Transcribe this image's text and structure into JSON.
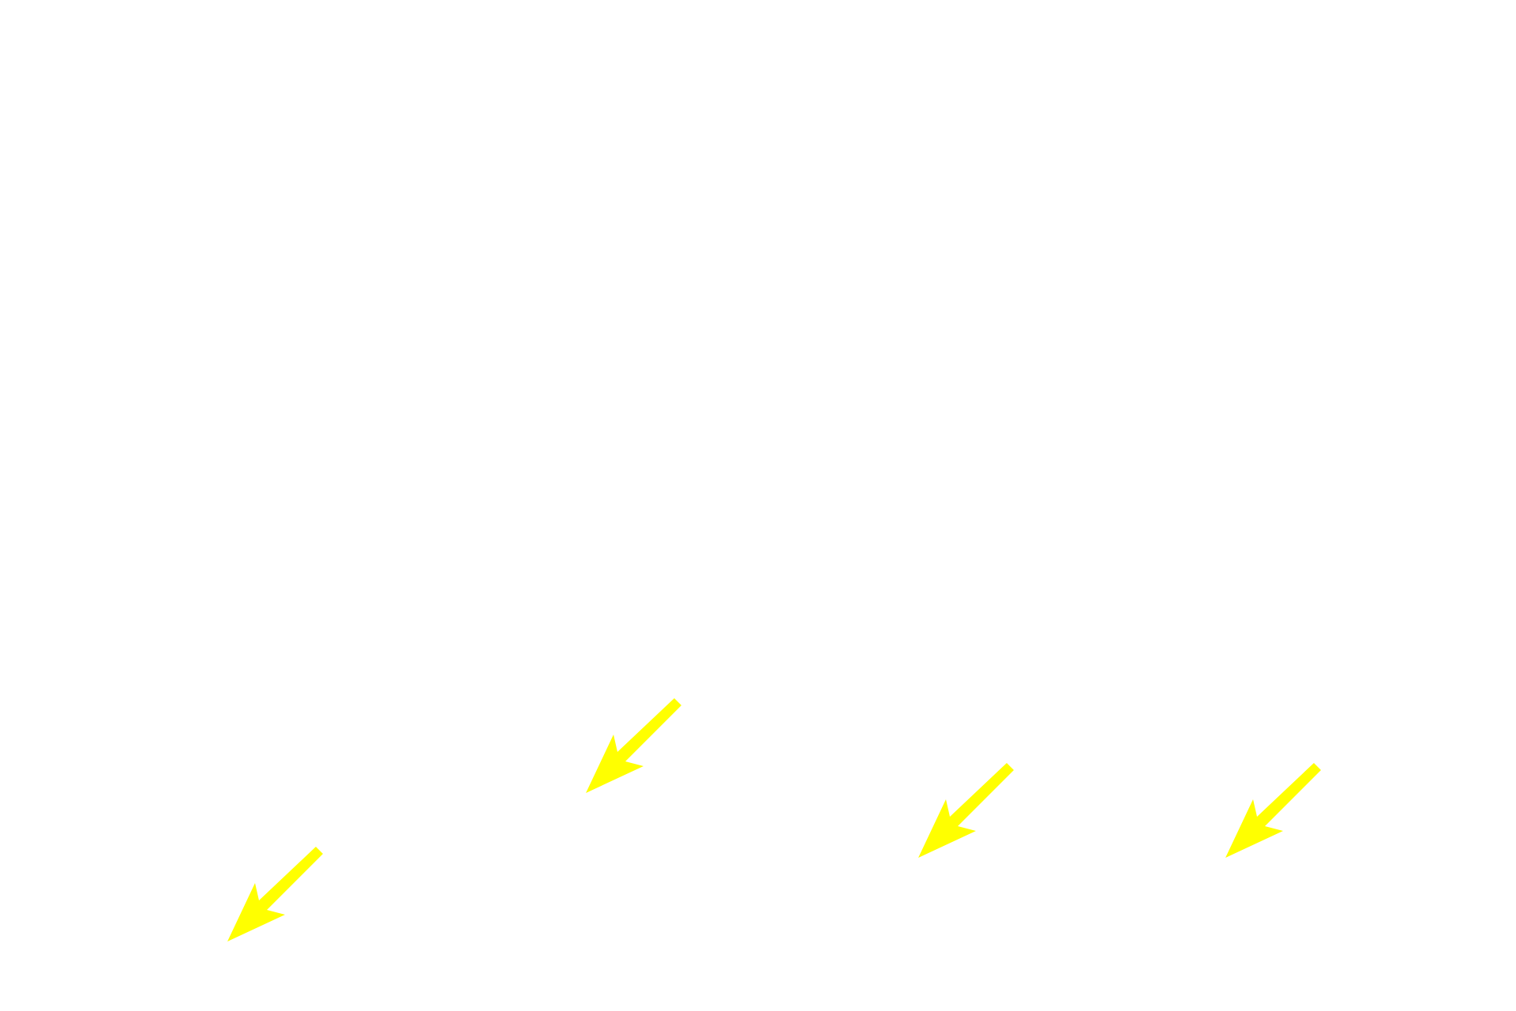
{
  "colors": {
    "background": "#ffffff",
    "arrow": "#ffff00"
  },
  "arrows": [
    {
      "icon": "arrow-down-left-icon",
      "direction": "down-left"
    },
    {
      "icon": "arrow-down-left-icon",
      "direction": "down-left"
    },
    {
      "icon": "arrow-down-left-icon",
      "direction": "down-left"
    },
    {
      "icon": "arrow-down-left-icon",
      "direction": "down-left"
    }
  ]
}
